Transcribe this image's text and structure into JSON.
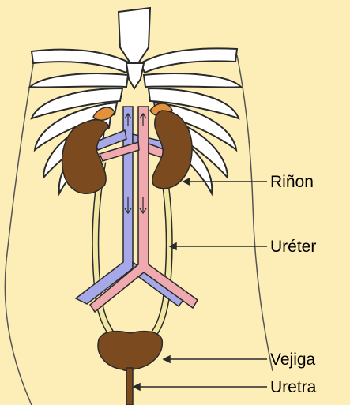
{
  "colors": {
    "background": "#fdeeb8",
    "bone": "#ffffff",
    "organ": "#7b4a1e",
    "adrenal": "#e4913a",
    "ureter": "#f2e8a3",
    "vein": "#a6a8e8",
    "artery": "#f0a9ae",
    "outline": "#2a2a2a"
  },
  "labels": {
    "kidney": "Riñon",
    "ureter": "Uréter",
    "bladder": "Vejiga",
    "urethra": "Uretra"
  }
}
